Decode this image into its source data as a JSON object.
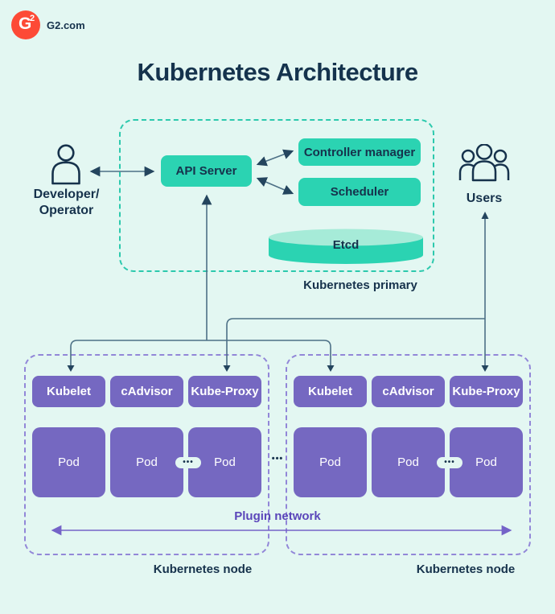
{
  "header": {
    "logo_g": "G",
    "logo_2": "2",
    "brand": "G2.com"
  },
  "title": "Kubernetes Architecture",
  "primary": {
    "label": "Kubernetes primary",
    "api_server": "API Server",
    "controller_manager": "Controller manager",
    "scheduler": "Scheduler",
    "etcd": "Etcd"
  },
  "actors": {
    "developer_line1": "Developer/",
    "developer_line2": "Operator",
    "users": "Users"
  },
  "nodes": [
    {
      "label": "Kubernetes node",
      "components": [
        "Kubelet",
        "cAdvisor",
        "Kube-Proxy"
      ],
      "pods": [
        "Pod",
        "Pod",
        "Pod"
      ]
    },
    {
      "label": "Kubernetes node",
      "components": [
        "Kubelet",
        "cAdvisor",
        "Kube-Proxy"
      ],
      "pods": [
        "Pod",
        "Pod",
        "Pod"
      ]
    }
  ],
  "network": {
    "label": "Plugin network"
  },
  "misc": {
    "ellipsis": "•••"
  },
  "colors": {
    "background": "#e3f7f2",
    "teal": "#2bd3b2",
    "teal_light": "#a6ebd8",
    "purple": "#7568c1",
    "purple_dash": "#9287d8",
    "teal_dash": "#2cc9ad",
    "navy": "#16324c",
    "connector": "#4d7086",
    "plugin_purple": "#7463c8",
    "logo_red": "#fd4a36"
  }
}
